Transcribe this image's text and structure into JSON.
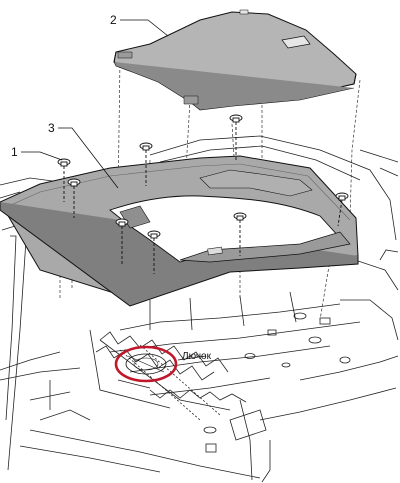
{
  "diagram": {
    "callouts": [
      {
        "id": "1",
        "label": "1"
      },
      {
        "id": "2",
        "label": "2"
      },
      {
        "id": "3",
        "label": "3"
      }
    ],
    "annotation": {
      "label": "Лючок"
    },
    "colors": {
      "panel_fill": "#a9a9a9",
      "panel_top_fill": "#b5b5b5",
      "outline": "#111111",
      "highlight_circle": "#c0182a",
      "background": "#ffffff"
    },
    "icons": [
      "bolt-icon",
      "highlight-circle-icon"
    ]
  }
}
